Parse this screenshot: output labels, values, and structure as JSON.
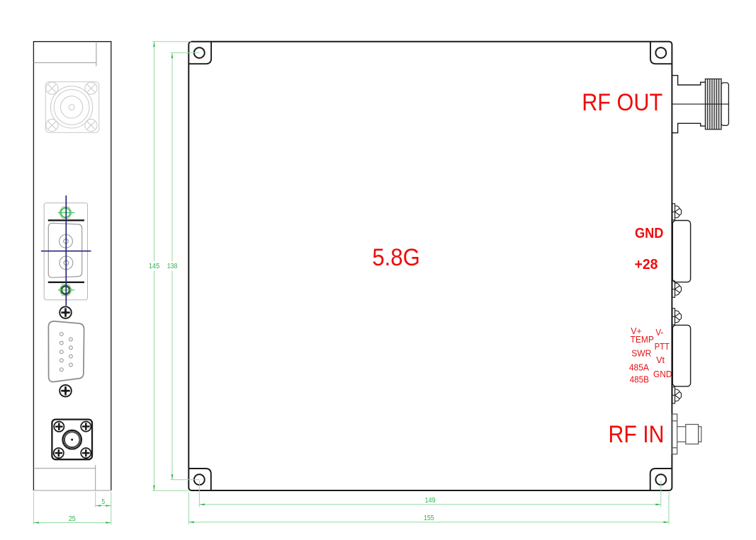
{
  "drawing": {
    "front_view": {
      "module_label": "5.8G",
      "rf_out_label": "RF OUT",
      "rf_in_label": "RF IN",
      "power_connector": {
        "pin1": "GND",
        "pin2": "+28"
      },
      "signal_connector": {
        "pins_left": [
          "V+",
          "TEMP",
          "SWR",
          "485A",
          "485B"
        ],
        "pins_right": [
          "V-",
          "PTT",
          "Vt",
          "GND"
        ]
      }
    },
    "dimensions": {
      "overall_height": "145",
      "hole_span_vertical": "138",
      "hole_span_horizontal": "149",
      "overall_width": "155",
      "lid_step_depth": "5",
      "side_depth": "25"
    },
    "colors": {
      "label_red": "#ee0c0c",
      "dimension_green": "#2fb34c",
      "dimension_line_green": "#95daa4",
      "centerline_blue": "#26267d",
      "outline_black": "#1b1b1b",
      "hex_nut_green_light": "#3fcb5e",
      "hex_nut_green_dark": "#206b22"
    }
  }
}
